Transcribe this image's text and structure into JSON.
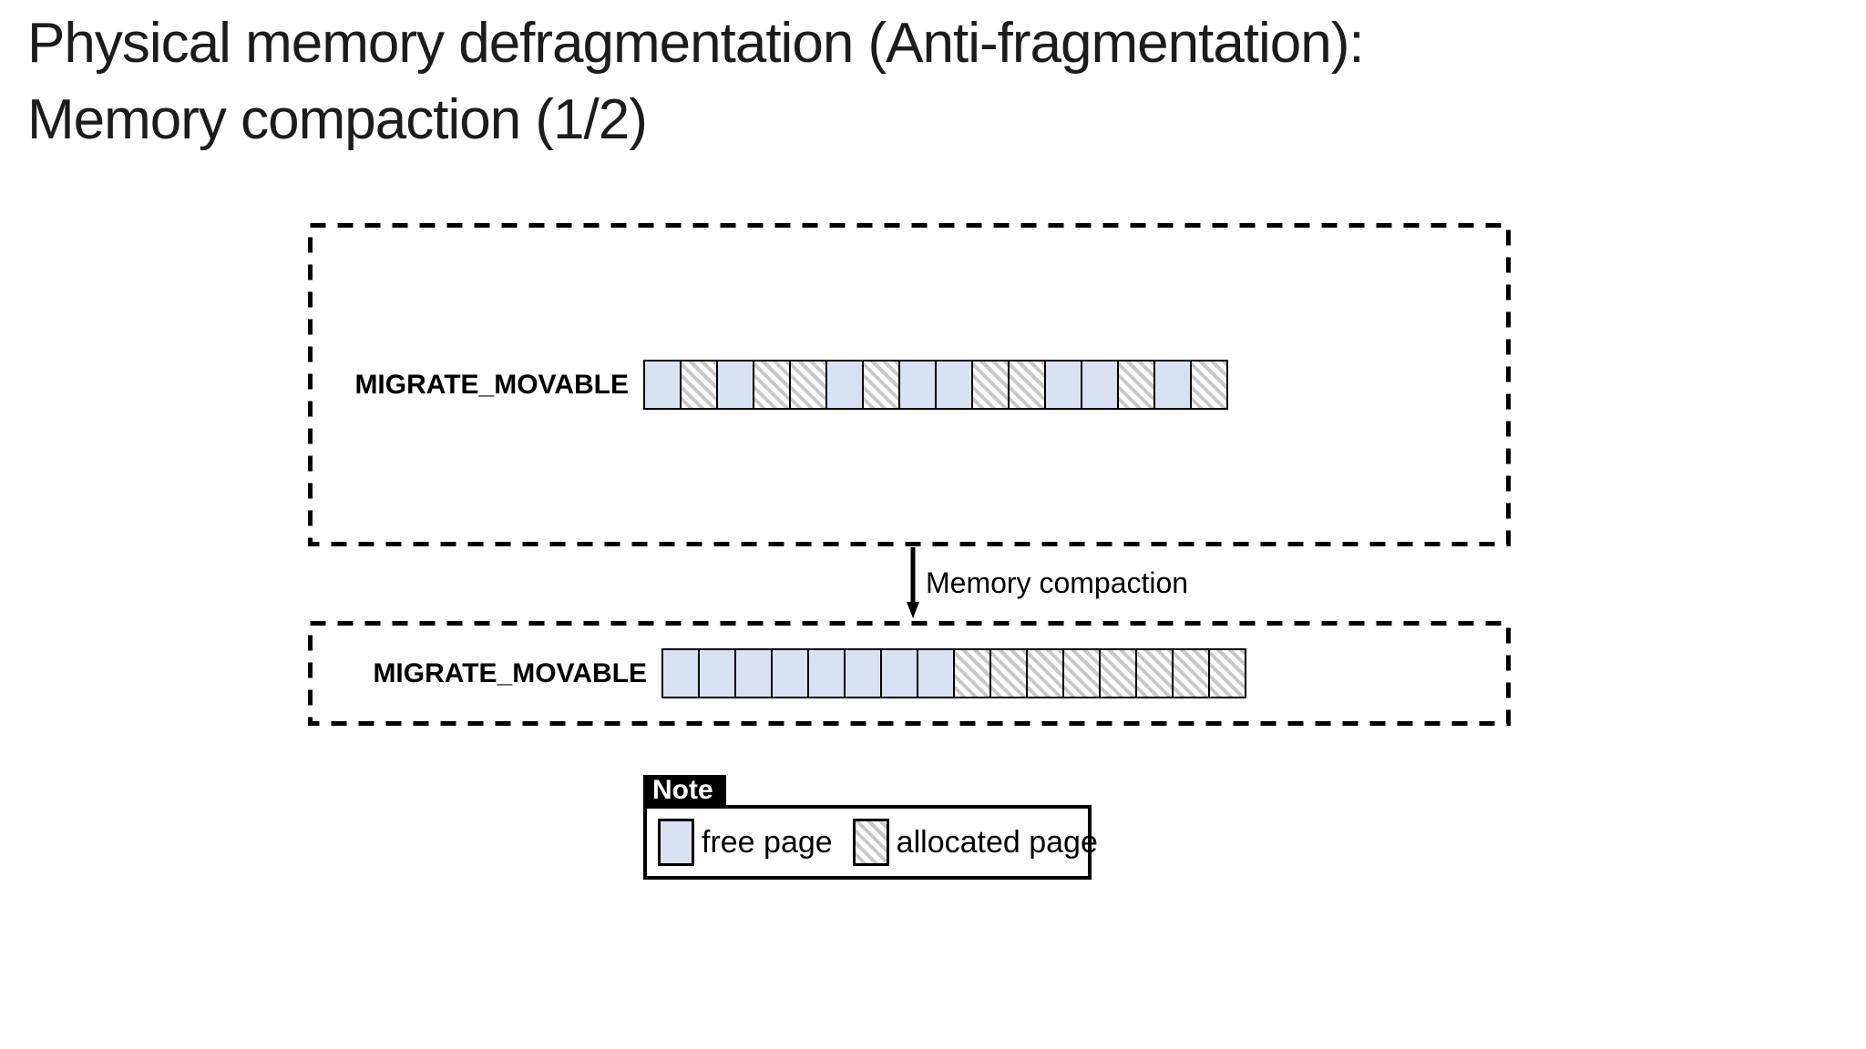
{
  "slide": {
    "title_line1": "Physical memory defragmentation (Anti-fragmentation):",
    "title_line2": "Memory compaction (1/2)"
  },
  "diagram": {
    "before": {
      "label": "MIGRATE_MOVABLE",
      "pages": [
        "free",
        "allocated",
        "free",
        "allocated",
        "allocated",
        "free",
        "allocated",
        "free",
        "free",
        "allocated",
        "allocated",
        "free",
        "free",
        "allocated",
        "free",
        "allocated"
      ]
    },
    "arrow_label": "Memory compaction",
    "after": {
      "label": "MIGRATE_MOVABLE",
      "pages": [
        "free",
        "free",
        "free",
        "free",
        "free",
        "free",
        "free",
        "free",
        "allocated",
        "allocated",
        "allocated",
        "allocated",
        "allocated",
        "allocated",
        "allocated",
        "allocated"
      ]
    }
  },
  "legend": {
    "tab_label": "Note",
    "items": [
      {
        "swatch": "free",
        "label": "free page"
      },
      {
        "swatch": "allocated",
        "label": "allocated page"
      }
    ]
  },
  "colors": {
    "free_page_fill": "#d9e2f3",
    "hatch_line": "#c8c8c8",
    "outline": "#000000"
  }
}
